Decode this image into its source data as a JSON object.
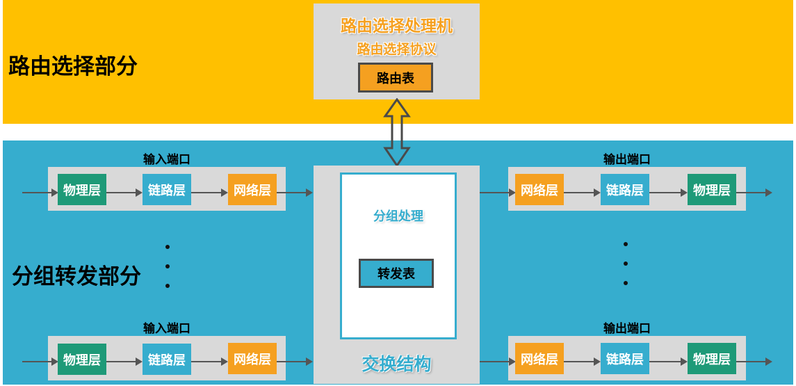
{
  "colors": {
    "routing_band": "#FFC000",
    "forwarding_band": "#36ADCE",
    "gray_box": "#D9D9D9",
    "physical_layer": "#1E9A78",
    "link_layer": "#36ADCE",
    "network_layer": "#F5A020",
    "arrow": "#555555"
  },
  "routing_section": {
    "label": "路由选择部分",
    "processor": {
      "title": "路由选择处理机",
      "protocol": "路由选择协议",
      "table": "路由表"
    }
  },
  "forwarding_section": {
    "label": "分组转发部分",
    "switch_fabric": {
      "title": "交换结构",
      "processing": "分组处理",
      "table": "转发表"
    },
    "input_ports": [
      {
        "title": "输入端口",
        "layers": [
          "物理层",
          "链路层",
          "网络层"
        ]
      },
      {
        "title": "输入端口",
        "layers": [
          "物理层",
          "链路层",
          "网络层"
        ]
      }
    ],
    "output_ports": [
      {
        "title": "输出端口",
        "layers": [
          "网络层",
          "链路层",
          "物理层"
        ]
      },
      {
        "title": "输出端口",
        "layers": [
          "网络层",
          "链路层",
          "物理层"
        ]
      }
    ]
  }
}
